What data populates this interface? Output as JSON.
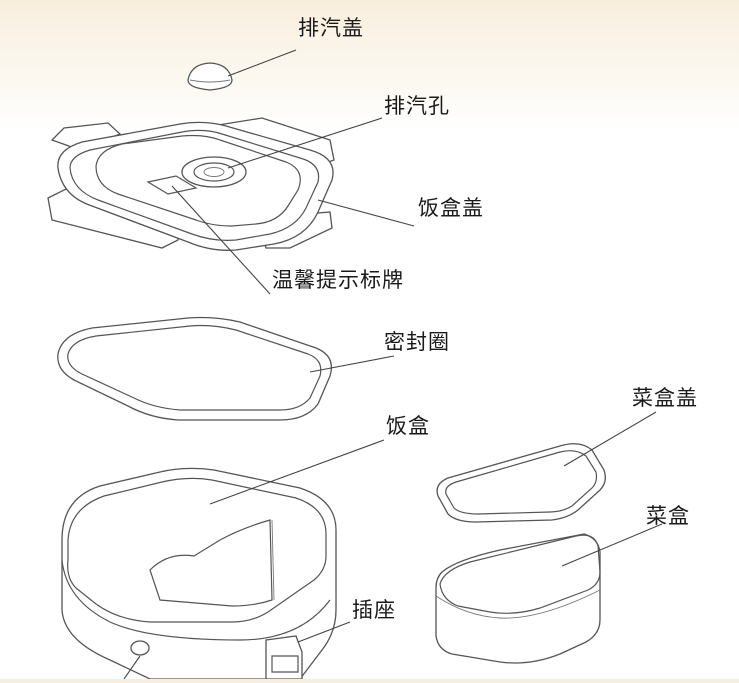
{
  "labels": {
    "vent_cap": "排汽盖",
    "vent_hole": "排汽孔",
    "lunchbox_lid": "饭盒盖",
    "warning_sign": "温馨提示标牌",
    "seal_ring": "密封圈",
    "lunchbox": "饭盒",
    "dish_box_lid": "菜盒盖",
    "dish_box": "菜盒",
    "socket": "插座"
  },
  "colors": {
    "line": "#555555",
    "text": "#1a1a1a",
    "header_tint": "#f8eedd"
  }
}
